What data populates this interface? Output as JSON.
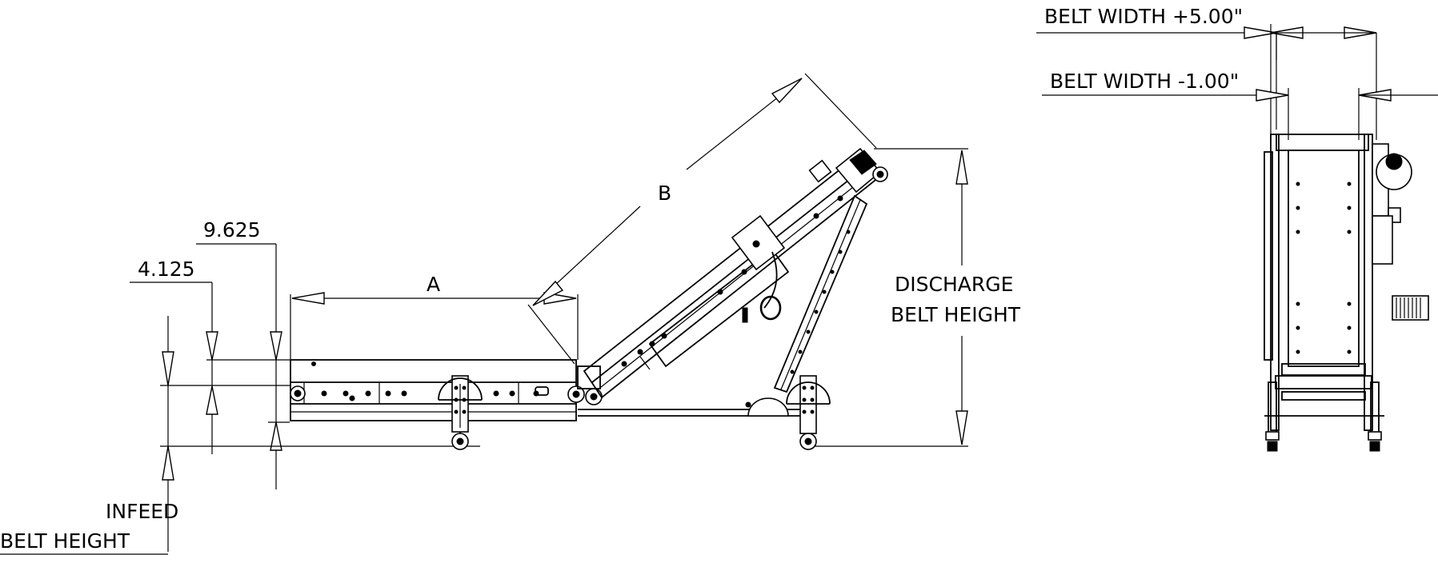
{
  "side_view": {
    "dim_a": "A",
    "dim_b": "B",
    "dim_9625": "9.625",
    "dim_4125": "4.125",
    "discharge_line1": "DISCHARGE",
    "discharge_line2": "BELT HEIGHT",
    "infeed_line1": "INFEED",
    "infeed_line2": "BELT HEIGHT"
  },
  "end_view": {
    "belt_width_plus": "BELT WIDTH +5.00\"",
    "belt_width_minus": "BELT WIDTH -1.00\""
  }
}
